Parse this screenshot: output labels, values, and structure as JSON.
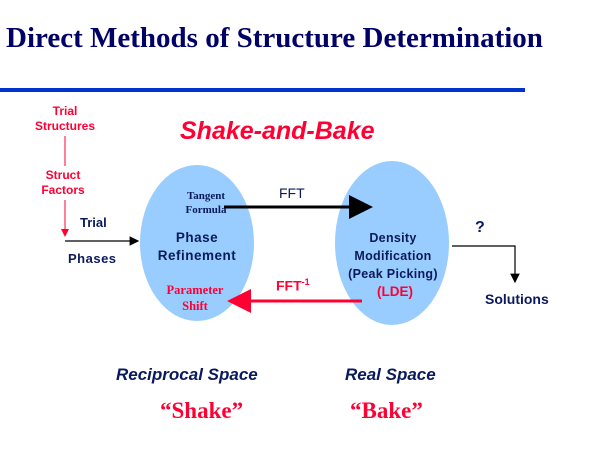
{
  "title": "Direct Methods of Structure Determination",
  "heading": "Shake-and-Bake",
  "left_flow": {
    "trial_structures": "Trial\nStructures",
    "struct_factors": "Struct\nFactors",
    "trial": "Trial",
    "phases": "Phases"
  },
  "left_ellipse": {
    "tangent_formula": "Tangent\nFormula",
    "phase_refinement": "Phase\nRefinement",
    "parameter_shift": "Parameter\nShift"
  },
  "right_ellipse": {
    "density_modification": "Density\nModification\n(Peak Picking)",
    "lde": "(LDE)"
  },
  "fft": "FFT",
  "fft_inverse": {
    "base": "FFT",
    "sup": "-1"
  },
  "question": "?",
  "solutions": "Solutions",
  "reciprocal_space": "Reciprocal Space",
  "real_space": "Real Space",
  "shake": "“Shake”",
  "bake": "“Bake”",
  "colors": {
    "navy": "#0a1a5c",
    "red": "#ff0033",
    "ellipse": "#99ccff",
    "rule": "#0033cc"
  }
}
